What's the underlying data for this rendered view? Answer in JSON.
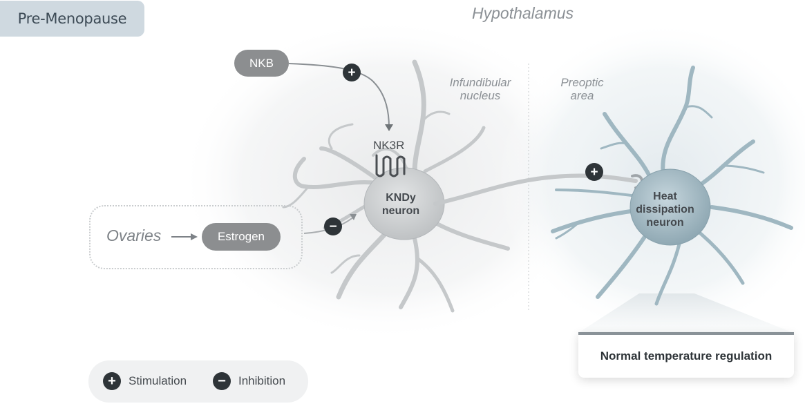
{
  "stage": "Pre-Menopause",
  "region": {
    "title": "Hypothalamus",
    "infundibular": "Infundibular\nnucleus",
    "preoptic": "Preoptic\narea"
  },
  "inputs": {
    "nkb": "NKB",
    "ovaries": "Ovaries",
    "estrogen": "Estrogen",
    "receptor": "NK3R"
  },
  "neurons": {
    "kndy": "KNDy\nneuron",
    "heat": "Heat\ndissipation\nneuron"
  },
  "outcome": "Normal temperature regulation",
  "legend": {
    "stimulation": "Stimulation",
    "inhibition": "Inhibition"
  },
  "symbols": {
    "plus": "+",
    "minus": "−"
  },
  "colors": {
    "kndy_neuron": "#d3d5d7",
    "heat_neuron": "#a6bcc6",
    "badge": "#2e3438",
    "pill": "#8c8e90",
    "stage_tab": "#cfd9e0"
  }
}
